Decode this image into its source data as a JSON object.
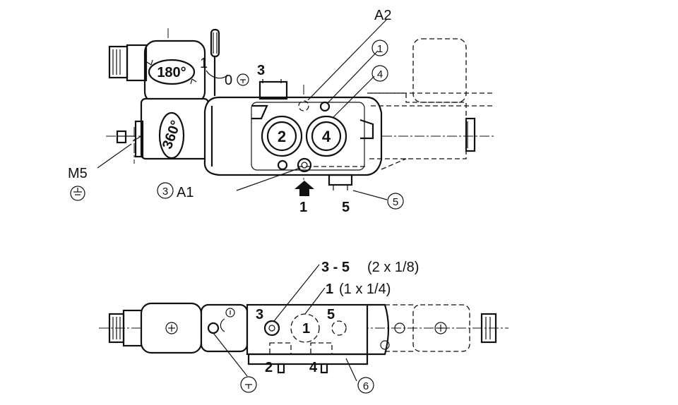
{
  "labels": {
    "a2": "A2",
    "a1": "A1",
    "m5": "M5",
    "deg180": "180°",
    "deg360": "360°",
    "port1": "1",
    "port2": "2",
    "port3": "3",
    "port4": "4",
    "port5": "5",
    "lever1": "1",
    "lever0": "0",
    "c1": "1",
    "c3": "3",
    "c4": "4",
    "c5": "5",
    "c6": "6",
    "b_port1": "1",
    "b_port2": "2",
    "b_port3": "3",
    "b_port4": "4",
    "b_port5": "5",
    "b_port1_circle": "1"
  },
  "legend": {
    "line1_bold": "3 - 5",
    "line1_rest": "(2 x 1/8)",
    "line2_bold": "1",
    "line2_rest": "(1 x 1/4)"
  }
}
